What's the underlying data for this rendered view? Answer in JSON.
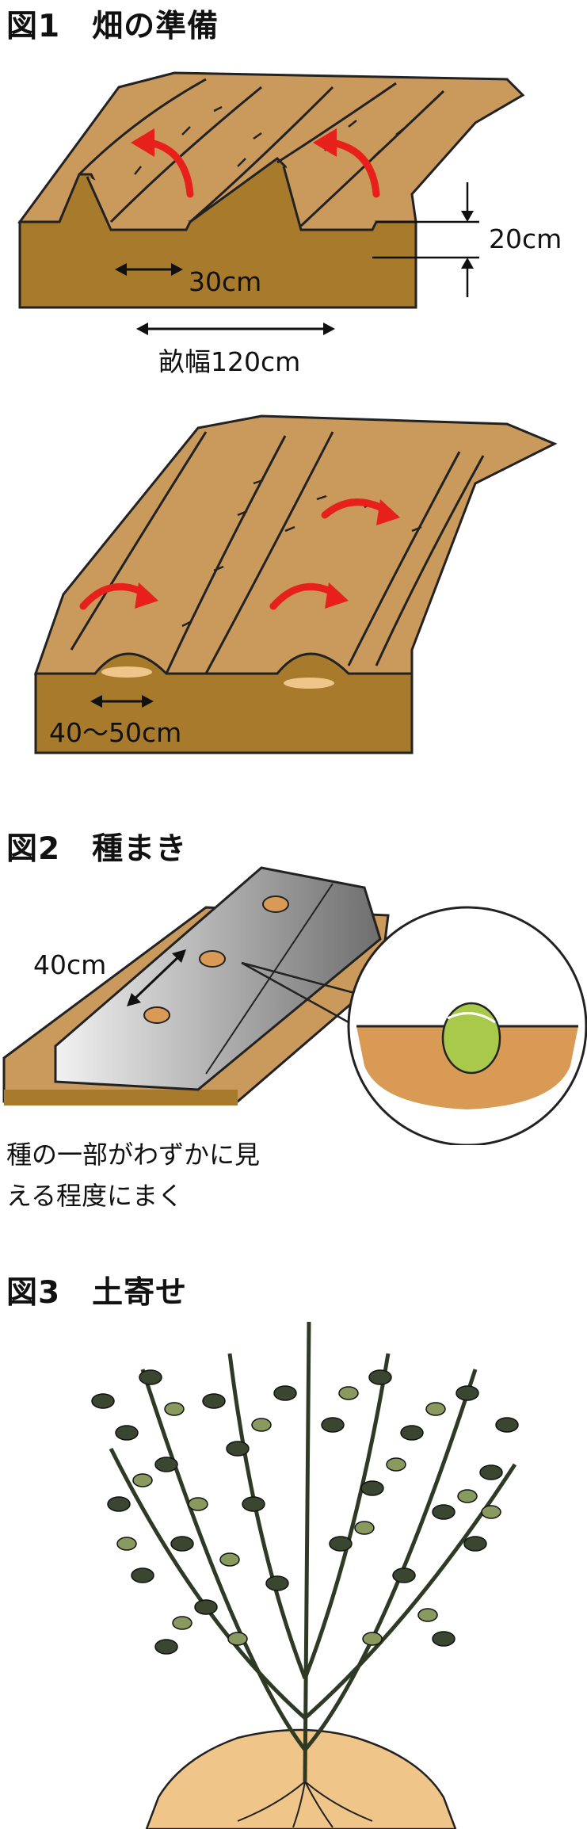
{
  "fig1": {
    "title": "図1　畑の準備",
    "labels": {
      "depth": "20cm",
      "furrow_width": "30cm",
      "bed_width": "畝幅120cm",
      "ridge_width": "40〜50cm"
    }
  },
  "fig2": {
    "title": "図2　種まき",
    "labels": {
      "spacing": "40cm"
    },
    "caption_line1": "種の一部がわずかに見",
    "caption_line2": "える程度にまく"
  },
  "fig3": {
    "title": "図3　土寄せ"
  },
  "colors": {
    "soil_light": "#c99a5c",
    "soil_dark": "#a87a2c",
    "arrow_red": "#e8201c",
    "mulch": "#9a9a9a",
    "seed": "#a9c94a",
    "leaf_dark": "#3a4630",
    "leaf_light": "#8a9a5e",
    "mound": "#efc58a"
  }
}
